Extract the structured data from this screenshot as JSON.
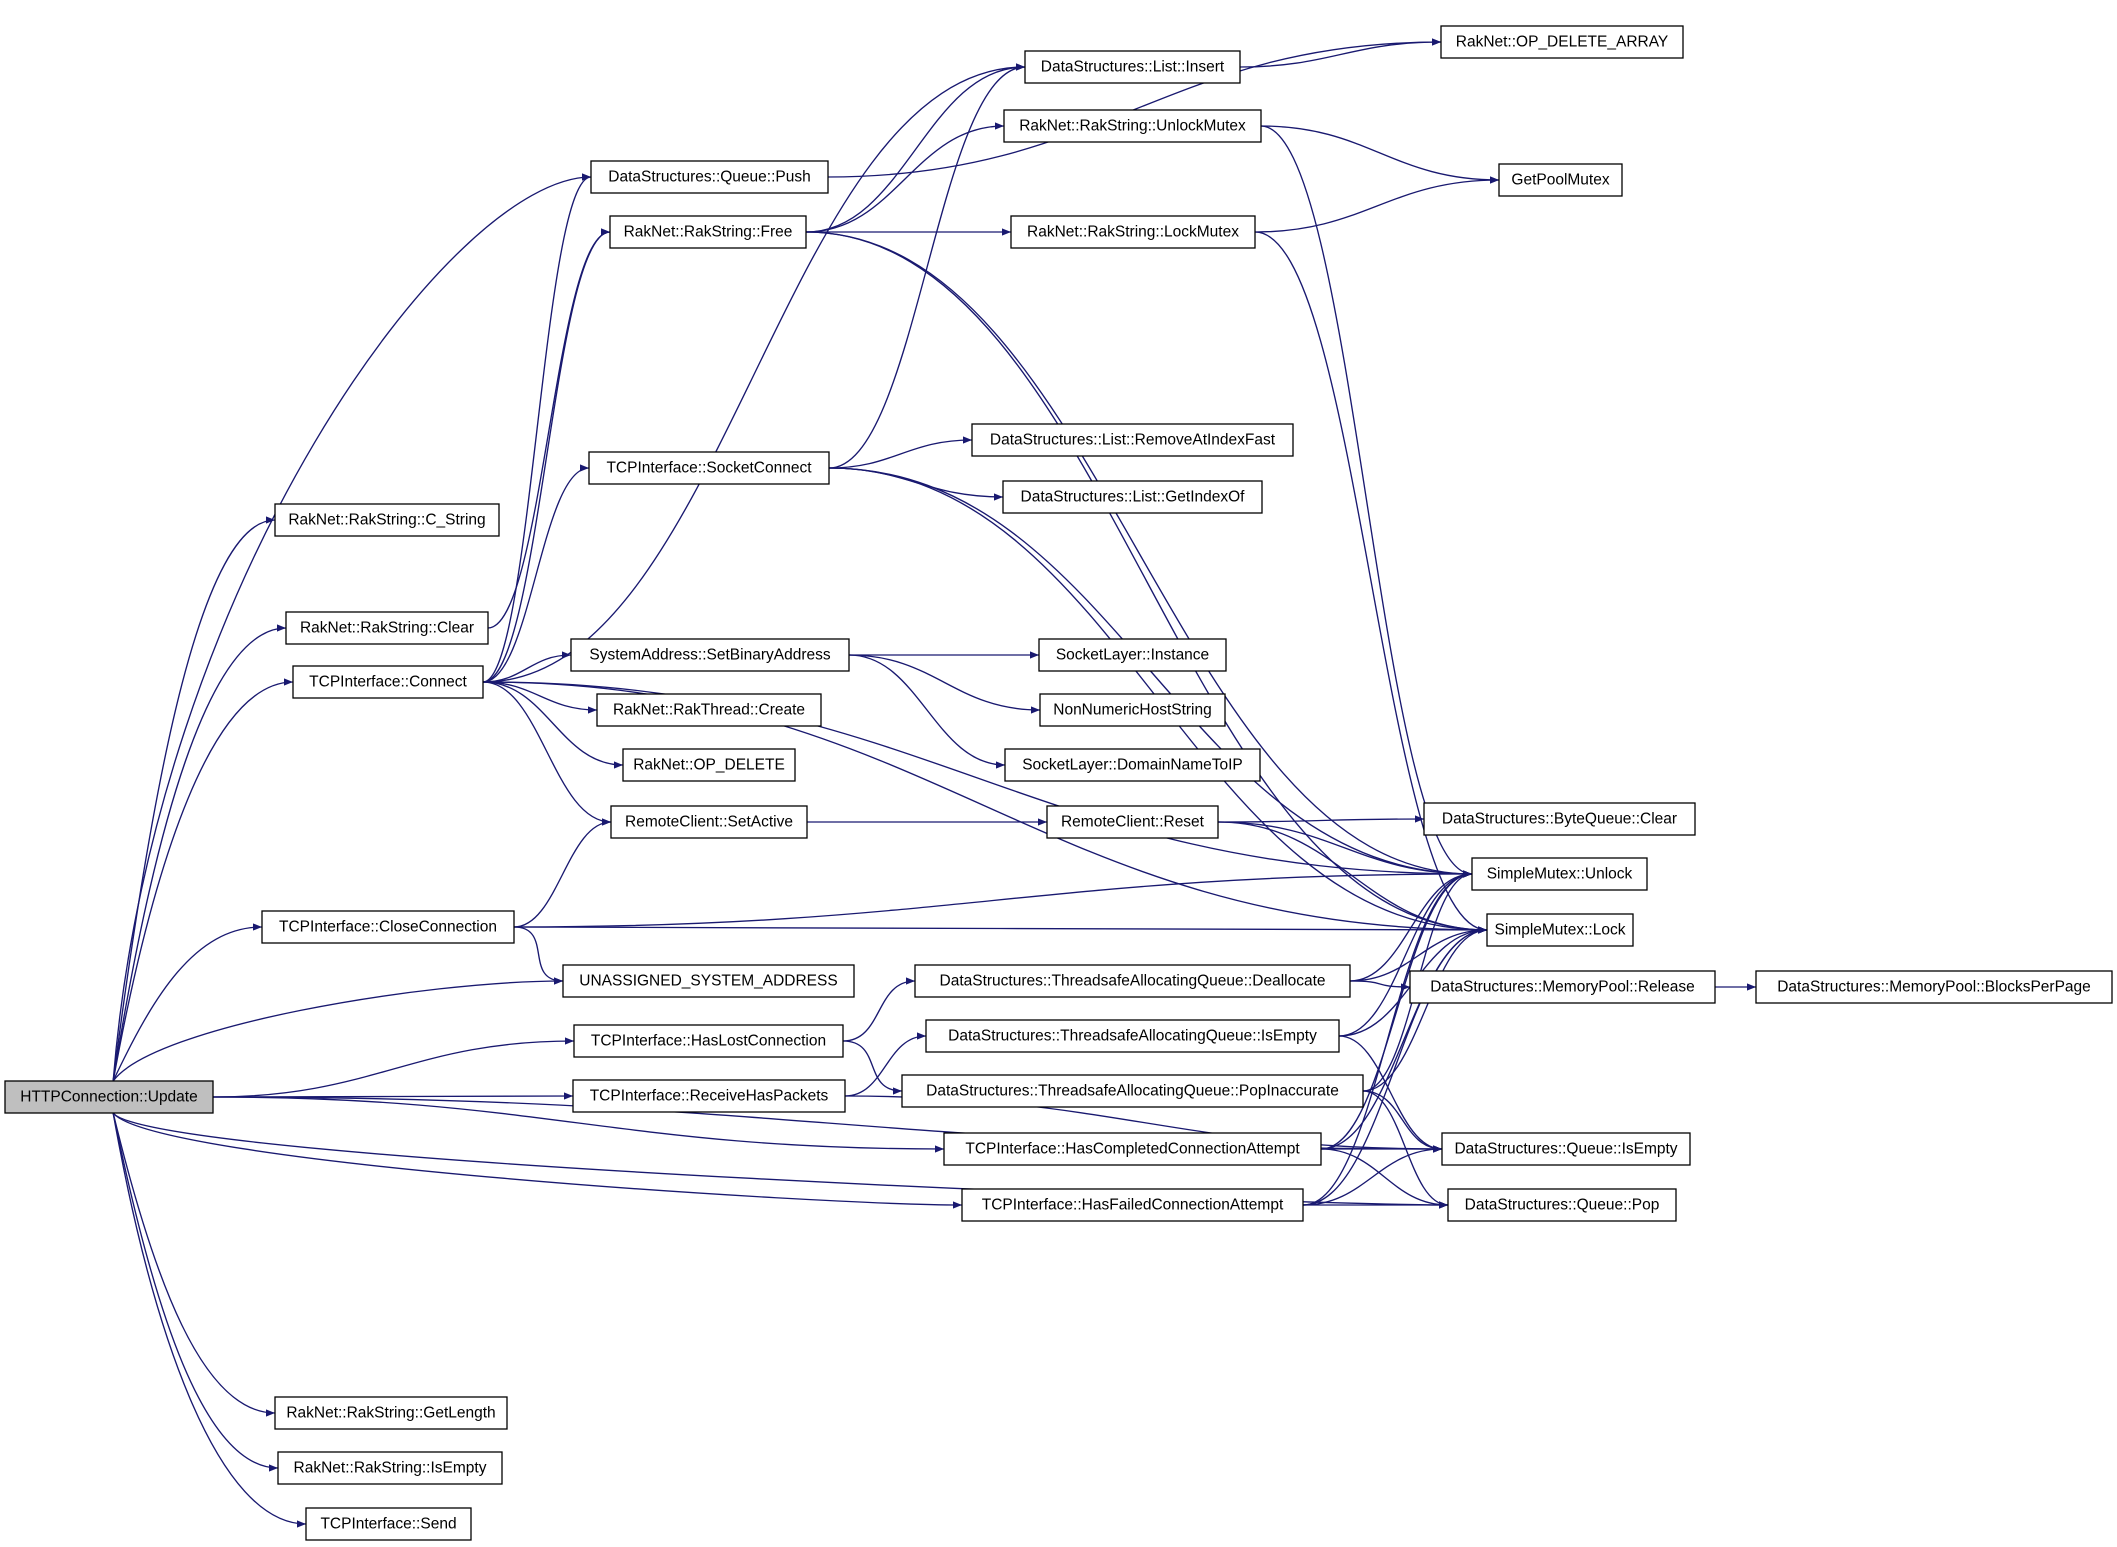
{
  "colors": {
    "edge": "#191970",
    "node_border": "#000000",
    "node_fill": "#ffffff",
    "root_fill": "#bfbfbf",
    "background": "#ffffff"
  },
  "nodes": [
    {
      "id": "update",
      "label": "HTTPConnection::Update",
      "root": true
    },
    {
      "id": "cstring",
      "label": "RakNet::RakString::C_String"
    },
    {
      "id": "clear",
      "label": "RakNet::RakString::Clear"
    },
    {
      "id": "connect",
      "label": "TCPInterface::Connect"
    },
    {
      "id": "closeconn",
      "label": "TCPInterface::CloseConnection"
    },
    {
      "id": "unassigned",
      "label": "UNASSIGNED_SYSTEM_ADDRESS"
    },
    {
      "id": "haslost",
      "label": "TCPInterface::HasLostConnection"
    },
    {
      "id": "receivehas",
      "label": "TCPInterface::ReceiveHasPackets"
    },
    {
      "id": "hascompleted",
      "label": "TCPInterface::HasCompletedConnectionAttempt"
    },
    {
      "id": "hasfailed",
      "label": "TCPInterface::HasFailedConnectionAttempt"
    },
    {
      "id": "getlength",
      "label": "RakNet::RakString::GetLength"
    },
    {
      "id": "rsisempty",
      "label": "RakNet::RakString::IsEmpty"
    },
    {
      "id": "send",
      "label": "TCPInterface::Send"
    },
    {
      "id": "qpush",
      "label": "DataStructures::Queue::Push"
    },
    {
      "id": "rsfree",
      "label": "RakNet::RakString::Free"
    },
    {
      "id": "socketconnect",
      "label": "TCPInterface::SocketConnect"
    },
    {
      "id": "setbinary",
      "label": "SystemAddress::SetBinaryAddress"
    },
    {
      "id": "threadcreate",
      "label": "RakNet::RakThread::Create"
    },
    {
      "id": "opdelete",
      "label": "RakNet::OP_DELETE"
    },
    {
      "id": "setactive",
      "label": "RemoteClient::SetActive"
    },
    {
      "id": "listinsert",
      "label": "DataStructures::List::Insert"
    },
    {
      "id": "unlockmutex",
      "label": "RakNet::RakString::UnlockMutex"
    },
    {
      "id": "lockmutex",
      "label": "RakNet::RakString::LockMutex"
    },
    {
      "id": "removeatfast",
      "label": "DataStructures::List::RemoveAtIndexFast"
    },
    {
      "id": "getindexof",
      "label": "DataStructures::List::GetIndexOf"
    },
    {
      "id": "slinstance",
      "label": "SocketLayer::Instance"
    },
    {
      "id": "nonnumeric",
      "label": "NonNumericHostString"
    },
    {
      "id": "domaintoip",
      "label": "SocketLayer::DomainNameToIP"
    },
    {
      "id": "rcreset",
      "label": "RemoteClient::Reset"
    },
    {
      "id": "tsdealloc",
      "label": "DataStructures::ThreadsafeAllocatingQueue::Deallocate"
    },
    {
      "id": "tsisempty",
      "label": "DataStructures::ThreadsafeAllocatingQueue::IsEmpty"
    },
    {
      "id": "tspop",
      "label": "DataStructures::ThreadsafeAllocatingQueue::PopInaccurate"
    },
    {
      "id": "opdeletearray",
      "label": "RakNet::OP_DELETE_ARRAY"
    },
    {
      "id": "getpoolmutex",
      "label": "GetPoolMutex"
    },
    {
      "id": "bqclear",
      "label": "DataStructures::ByteQueue::Clear"
    },
    {
      "id": "smunlock",
      "label": "SimpleMutex::Unlock"
    },
    {
      "id": "smlock",
      "label": "SimpleMutex::Lock"
    },
    {
      "id": "mprelease",
      "label": "DataStructures::MemoryPool::Release"
    },
    {
      "id": "qisempty",
      "label": "DataStructures::Queue::IsEmpty"
    },
    {
      "id": "qpop",
      "label": "DataStructures::Queue::Pop"
    },
    {
      "id": "blocksperpage",
      "label": "DataStructures::MemoryPool::BlocksPerPage"
    }
  ],
  "edges": [
    [
      "update",
      "cstring"
    ],
    [
      "update",
      "clear"
    ],
    [
      "update",
      "connect"
    ],
    [
      "update",
      "closeconn"
    ],
    [
      "update",
      "unassigned"
    ],
    [
      "update",
      "haslost"
    ],
    [
      "update",
      "receivehas"
    ],
    [
      "update",
      "hascompleted"
    ],
    [
      "update",
      "hasfailed"
    ],
    [
      "update",
      "getlength"
    ],
    [
      "update",
      "rsisempty"
    ],
    [
      "update",
      "send"
    ],
    [
      "update",
      "qpush"
    ],
    [
      "update",
      "qisempty"
    ],
    [
      "update",
      "qpop"
    ],
    [
      "clear",
      "rsfree"
    ],
    [
      "connect",
      "qpush"
    ],
    [
      "connect",
      "rsfree"
    ],
    [
      "connect",
      "socketconnect"
    ],
    [
      "connect",
      "setbinary"
    ],
    [
      "connect",
      "threadcreate"
    ],
    [
      "connect",
      "opdelete"
    ],
    [
      "connect",
      "setactive"
    ],
    [
      "connect",
      "smunlock"
    ],
    [
      "connect",
      "smlock"
    ],
    [
      "connect",
      "listinsert"
    ],
    [
      "qpush",
      "opdeletearray"
    ],
    [
      "rsfree",
      "listinsert"
    ],
    [
      "rsfree",
      "unlockmutex"
    ],
    [
      "rsfree",
      "lockmutex"
    ],
    [
      "rsfree",
      "smunlock"
    ],
    [
      "rsfree",
      "smlock"
    ],
    [
      "listinsert",
      "opdeletearray"
    ],
    [
      "unlockmutex",
      "getpoolmutex"
    ],
    [
      "unlockmutex",
      "smunlock"
    ],
    [
      "lockmutex",
      "getpoolmutex"
    ],
    [
      "lockmutex",
      "smlock"
    ],
    [
      "socketconnect",
      "listinsert"
    ],
    [
      "socketconnect",
      "removeatfast"
    ],
    [
      "socketconnect",
      "getindexof"
    ],
    [
      "socketconnect",
      "smunlock"
    ],
    [
      "socketconnect",
      "smlock"
    ],
    [
      "setbinary",
      "slinstance"
    ],
    [
      "setbinary",
      "nonnumeric"
    ],
    [
      "setbinary",
      "domaintoip"
    ],
    [
      "setactive",
      "rcreset"
    ],
    [
      "rcreset",
      "bqclear"
    ],
    [
      "rcreset",
      "smunlock"
    ],
    [
      "rcreset",
      "smlock"
    ],
    [
      "closeconn",
      "setactive"
    ],
    [
      "closeconn",
      "unassigned"
    ],
    [
      "closeconn",
      "smunlock"
    ],
    [
      "closeconn",
      "smlock"
    ],
    [
      "haslost",
      "tsdealloc"
    ],
    [
      "haslost",
      "tspop"
    ],
    [
      "receivehas",
      "tsisempty"
    ],
    [
      "receivehas",
      "qisempty"
    ],
    [
      "tsdealloc",
      "smunlock"
    ],
    [
      "tsdealloc",
      "smlock"
    ],
    [
      "tsdealloc",
      "mprelease"
    ],
    [
      "mprelease",
      "blocksperpage"
    ],
    [
      "tsisempty",
      "smunlock"
    ],
    [
      "tsisempty",
      "smlock"
    ],
    [
      "tsisempty",
      "qisempty"
    ],
    [
      "tspop",
      "smunlock"
    ],
    [
      "tspop",
      "smlock"
    ],
    [
      "tspop",
      "qisempty"
    ],
    [
      "tspop",
      "qpop"
    ],
    [
      "hascompleted",
      "smunlock"
    ],
    [
      "hascompleted",
      "smlock"
    ],
    [
      "hascompleted",
      "qisempty"
    ],
    [
      "hascompleted",
      "qpop"
    ],
    [
      "hasfailed",
      "smunlock"
    ],
    [
      "hasfailed",
      "smlock"
    ],
    [
      "hasfailed",
      "qisempty"
    ],
    [
      "hasfailed",
      "qpop"
    ]
  ]
}
